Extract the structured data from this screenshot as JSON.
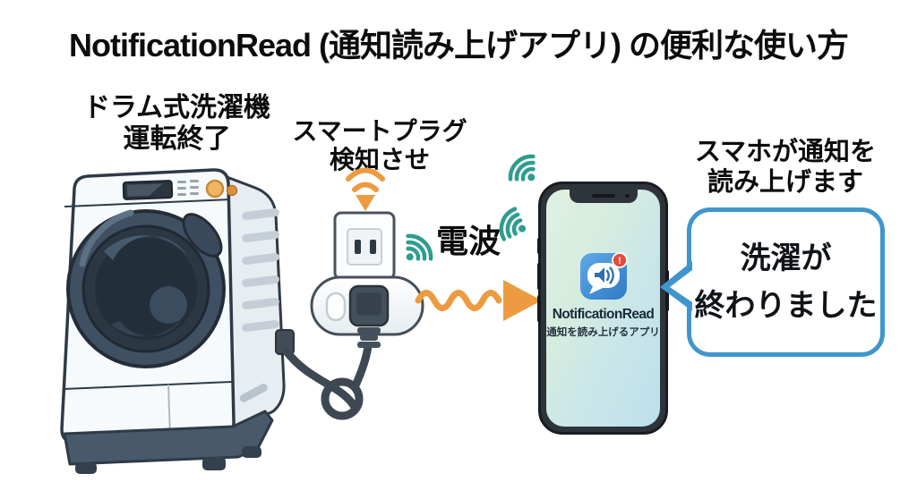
{
  "title": "NotificationRead (通知読み上げアプリ) の便利な使い方",
  "annotations": {
    "washer_line1": "ドラム式洗濯機",
    "washer_line2": "運転終了",
    "plug_line1": "スマートプラグ",
    "plug_line2": "検知させ",
    "radio_wave": "電波",
    "phone_line1": "スマホが通知を",
    "phone_line2": "読み上げます"
  },
  "phone_screen": {
    "app_name": "NotificationRead",
    "app_subtitle": "通知を読み上げるアプリ",
    "notification_badge": "!"
  },
  "speech_bubble": {
    "line1": "洗濯が",
    "line2": "終わりました"
  },
  "colors": {
    "background": "#ffffff",
    "ink": "#0c0c0c",
    "accent_orange": "#EC9B40",
    "accent_teal": "#2E9D8F",
    "bubble_border": "#3F96CC",
    "app_icon_blue": "#3B86D4",
    "badge_red": "#E64A3B",
    "phone_frame": "#2E343A",
    "washer_dark": "#3D4A57"
  },
  "icons": {
    "wifi": "radiating-arcs",
    "down_arrow": "solid-triangle-down",
    "wave_arrow": "wavy-line-with-arrowhead",
    "speaker": "speaker-with-sound-waves"
  }
}
